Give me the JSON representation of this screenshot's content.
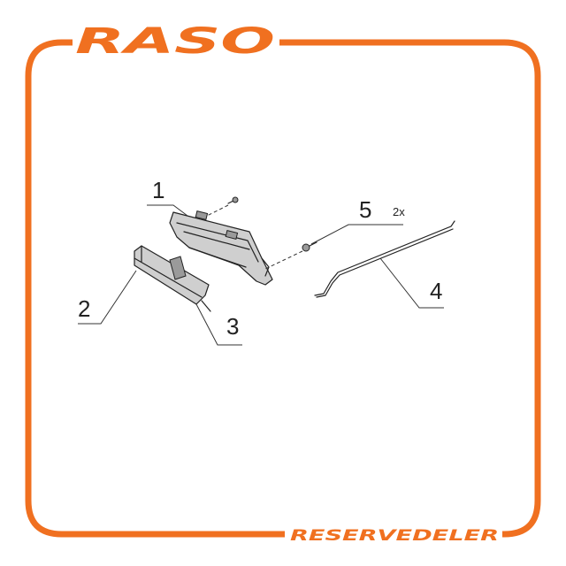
{
  "brand": {
    "logo": "RASO",
    "footer": "RESERVEDELER",
    "accent_color": "#F07020"
  },
  "callouts": {
    "c1": "1",
    "c2": "2",
    "c3": "3",
    "c4": "4",
    "c5": "5",
    "c5_qty": "2x"
  }
}
